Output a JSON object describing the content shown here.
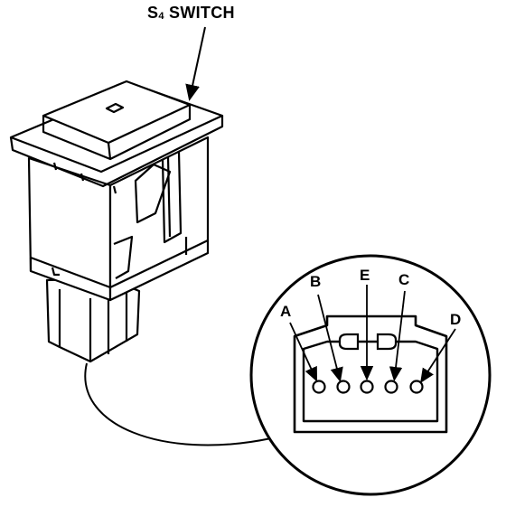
{
  "title": {
    "prefix": "S",
    "subscript": "4",
    "suffix": " SWITCH"
  },
  "connector": {
    "pin_labels": [
      "A",
      "B",
      "E",
      "C",
      "D"
    ]
  }
}
